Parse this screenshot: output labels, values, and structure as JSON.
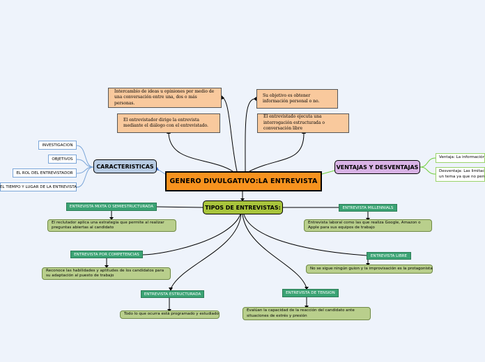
{
  "central": "GENERO DIVULGATIVO:LA ENTREVISTA",
  "characteristics": {
    "label": "CARACTERISTICAS",
    "items": [
      "INVESTIGACION",
      "OBJETIVOS",
      "EL ROL DEL ENTREVISTADOR",
      "EL TIEMPO Y LUGAR DE LA ENTREVISTA"
    ]
  },
  "advantages": {
    "label": "VENTAJAS Y DESVENTAJAS",
    "items": [
      "Ventaja: La información",
      "Desventaja: Las limitaci\nun tema ya que no perm"
    ]
  },
  "top_notes": [
    "Intercambio de ideas u opiniones por medio de una conversación entre una, dos o más personas.",
    "Su objetivo es obtener información personal o no.",
    "El entrevistador dirige la entrevista mediante el diálogo con el entrevistado.",
    "El entrevistado ejecuta una interrogación estructurada o conversación libre"
  ],
  "types": {
    "label": "TIPOS DE ENTREVISTAS:",
    "items": [
      {
        "title": "ENTREVISTA MIXTA O SEMIESTRUCTURADA",
        "desc": "El reclutador aplica una estrategia que permite al realizar preguntas abiertas al candidato"
      },
      {
        "title": "ENTREVISTA POR COMPETENCIAS",
        "desc": "Reconoce las habilidades y aptitudes de los candidatos para su adaptación al puesto de trabajo"
      },
      {
        "title": "ENTREVISTA ESTRUCTURADA",
        "desc": "Todo lo que ocurra está programado y estudiado"
      },
      {
        "title": "ENTREVISTA MILLENNIALS",
        "desc": "Entrevista laboral como las que realiza Google, Amazon o Apple para sus equipos de trabajo"
      },
      {
        "title": "ENTREVISTA LIBRE",
        "desc": "No se sigue ningún guion y la improvisación es la protagonista"
      },
      {
        "title": "ENTREVISTA DE TENSION",
        "desc": "Evalúan la capacidad de la reacción del candidato ante situaciones de estrés y presión"
      }
    ]
  },
  "colors": {
    "central": "#f7921e",
    "characteristics": "#b8cce4",
    "advantages": "#d9b3e6",
    "types": "#a8c43c",
    "green": "#3ba374",
    "peach": "#f9c99d",
    "olive": "#b9cf8c"
  }
}
